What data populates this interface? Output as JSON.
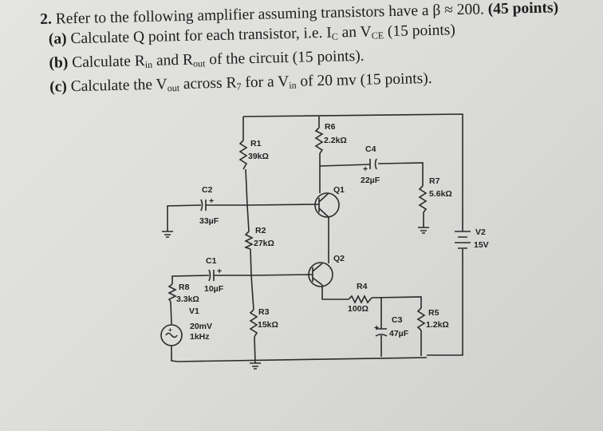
{
  "question": {
    "number": "2.",
    "intro": " Refer to the following amplifier assuming transistors have a β ≈ 200.",
    "points": " (45 points)",
    "a_label": "(a)",
    "a_text": " Calculate Q point for each transistor, i.e. I",
    "a_sub1": "C",
    "a_text2": " an V",
    "a_sub2": "CE",
    "a_text3": " (15 points)",
    "b_label": "(b)",
    "b_text": " Calculate R",
    "b_sub1": "in",
    "b_text2": " and R",
    "b_sub2": "out",
    "b_text3": " of the circuit (15 points).",
    "c_label": "(c)",
    "c_text": " Calculate the V",
    "c_sub1": "out",
    "c_text2": " across R",
    "c_sub2": "7",
    "c_text3": " for a V",
    "c_sub3": "in",
    "c_text4": " of 20 mv (15 points)."
  },
  "circuit": {
    "R1": {
      "name": "R1",
      "value": "39kΩ"
    },
    "R2": {
      "name": "R2",
      "value": "27kΩ"
    },
    "R3": {
      "name": "R3",
      "value": "15kΩ"
    },
    "R4": {
      "name": "R4",
      "value": "100Ω"
    },
    "R5": {
      "name": "R5",
      "value": "1.2kΩ"
    },
    "R6": {
      "name": "R6",
      "value": "2.2kΩ"
    },
    "R7": {
      "name": "R7",
      "value": "5.6kΩ"
    },
    "R8": {
      "name": "R8",
      "value": "3.3kΩ"
    },
    "C1": {
      "name": "C1",
      "value": "10µF"
    },
    "C2": {
      "name": "C2",
      "value": "33µF"
    },
    "C3": {
      "name": "C3",
      "value": "47µF"
    },
    "C4": {
      "name": "C4",
      "value": "22µF"
    },
    "Q1": {
      "name": "Q1"
    },
    "Q2": {
      "name": "Q2"
    },
    "V1": {
      "name": "V1",
      "amplitude": "20mV",
      "frequency": "1kHz"
    },
    "V2": {
      "name": "V2",
      "value": "15V"
    },
    "plus": "+"
  }
}
